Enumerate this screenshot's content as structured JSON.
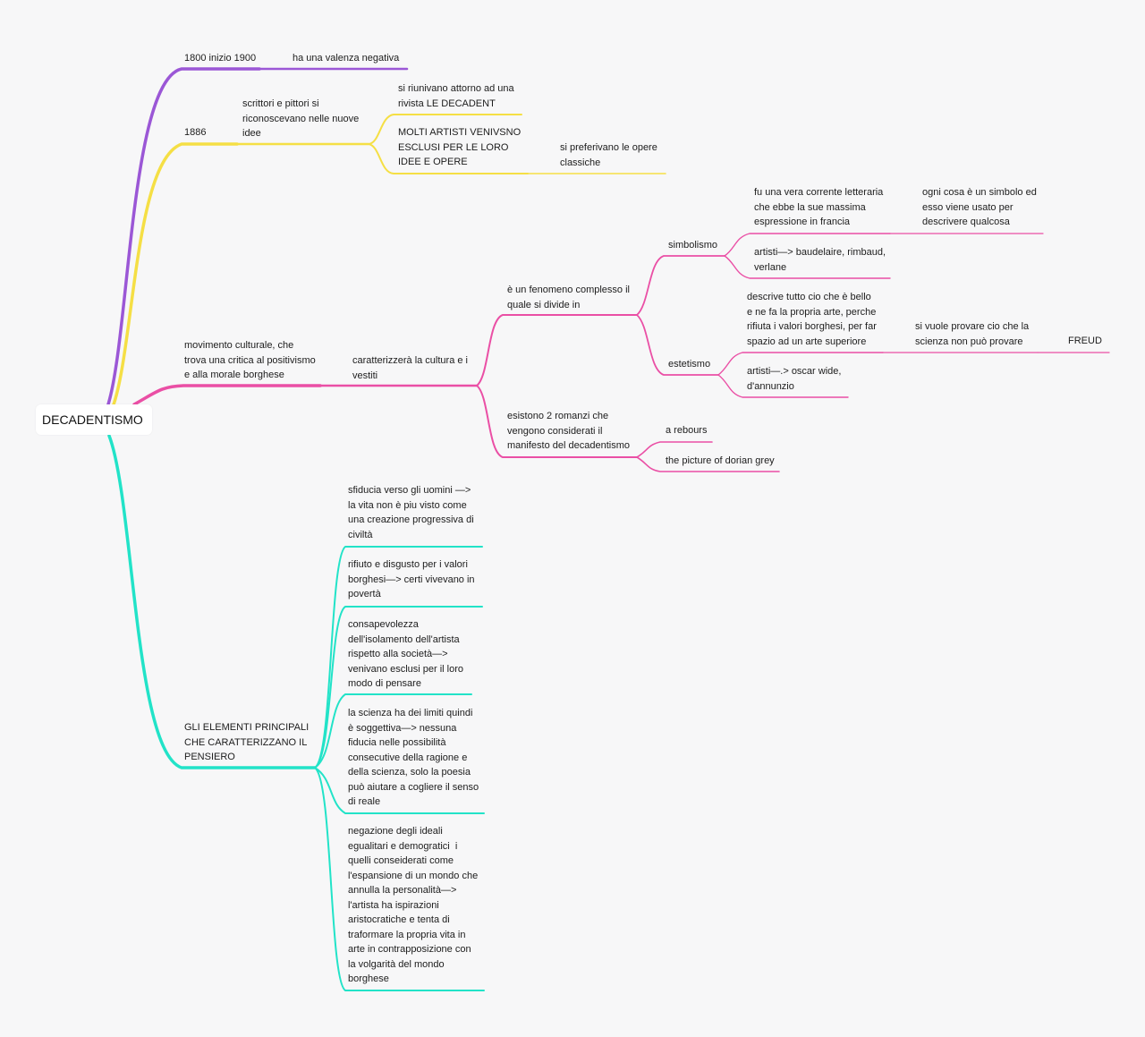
{
  "colors": {
    "purple": "#9b57d6",
    "yellow": "#f5df45",
    "pink": "#ea4fa5",
    "cyan": "#22e3c8",
    "background": "#f7f7f8"
  },
  "root": {
    "label": "DECADENTISMO"
  },
  "branches": {
    "purple": {
      "date": "1800 inizio 1900",
      "meaning": "ha una valenza negativa"
    },
    "yellow": {
      "year": "1886",
      "writers": "scrittori e pittori si\nriconoscevano nelle nuove\nidee",
      "magazine": "si riunivano attorno ad una\nrivista LE DECADENT",
      "excluded": "MOLTI ARTISTI VENIVSNO\nESCLUSI PER LE LORO\nIDEE E OPERE",
      "classic": "si preferivano le opere\nclassiche"
    },
    "pink": {
      "movement": "movimento culturale, che\ntrova una critica al positivismo\ne alla morale borghese",
      "characterize": "caratterizzerà la cultura e i\nvestiti",
      "complex": "è un fenomeno complesso il\nquale si divide in",
      "symbolism": "simbolismo",
      "real_current": "fu una vera corrente letteraria\nche ebbe la sue massima\nespressione in francia",
      "symbol": "ogni cosa è un simbolo ed\nesso viene usato per\ndescrivere qualcosa",
      "symbolism_artists": "artisti—> baudelaire, rimbaud,\nverlane",
      "aestheticism": "estetismo",
      "beautiful": "descrive tutto cio che è bello\ne ne fa la propria arte, perche\nrifiuta i valori borghesi, per far\nspazio ad un arte superiore",
      "science": "si vuole provare cio che la\nscienza non può provare",
      "freud": "FREUD",
      "aesthetic_artists": "artisti—.> oscar wide,\nd'annunzio",
      "novels": "esistono 2 romanzi che\nvengono considerati il\nmanifesto del decadentismo",
      "novel_1": "a rebours",
      "novel_2": "the picture of dorian grey"
    },
    "cyan": {
      "elements": "GLI ELEMENTI PRINCIPALI\nCHE CARATTERIZZANO IL\nPENSIERO",
      "distrust": "sfiducia verso gli uomini —>\nla vita non è piu visto come\nuna creazione progressiva di\nciviltà",
      "refusal": "rifiuto e disgusto per i valori\nborghesi—> certi vivevano in\npovertà",
      "isolation": "consapevolezza\ndell'isolamento dell'artista\nrispetto alla società—>\nvenivano esclusi per il loro\nmodo di pensare",
      "science_limits": "la scienza ha dei limiti quindi\nè soggettiva—> nessuna\nfiducia nelle possibilità\nconsecutive della ragione e\ndella scienza, solo la poesia\npuò aiutare a cogliere il senso\ndi reale",
      "negation": "negazione degli ideali\negualitari e demogratici  i\nquelli conseiderati come\nl'espansione di un mondo che\nannulla la personalità—>\nl'artista ha ispirazioni\naristocratiche e tenta di\ntraformare la propria vita in\narte in contrapposizione con\nla volgarità del mondo\nborghese"
    }
  }
}
